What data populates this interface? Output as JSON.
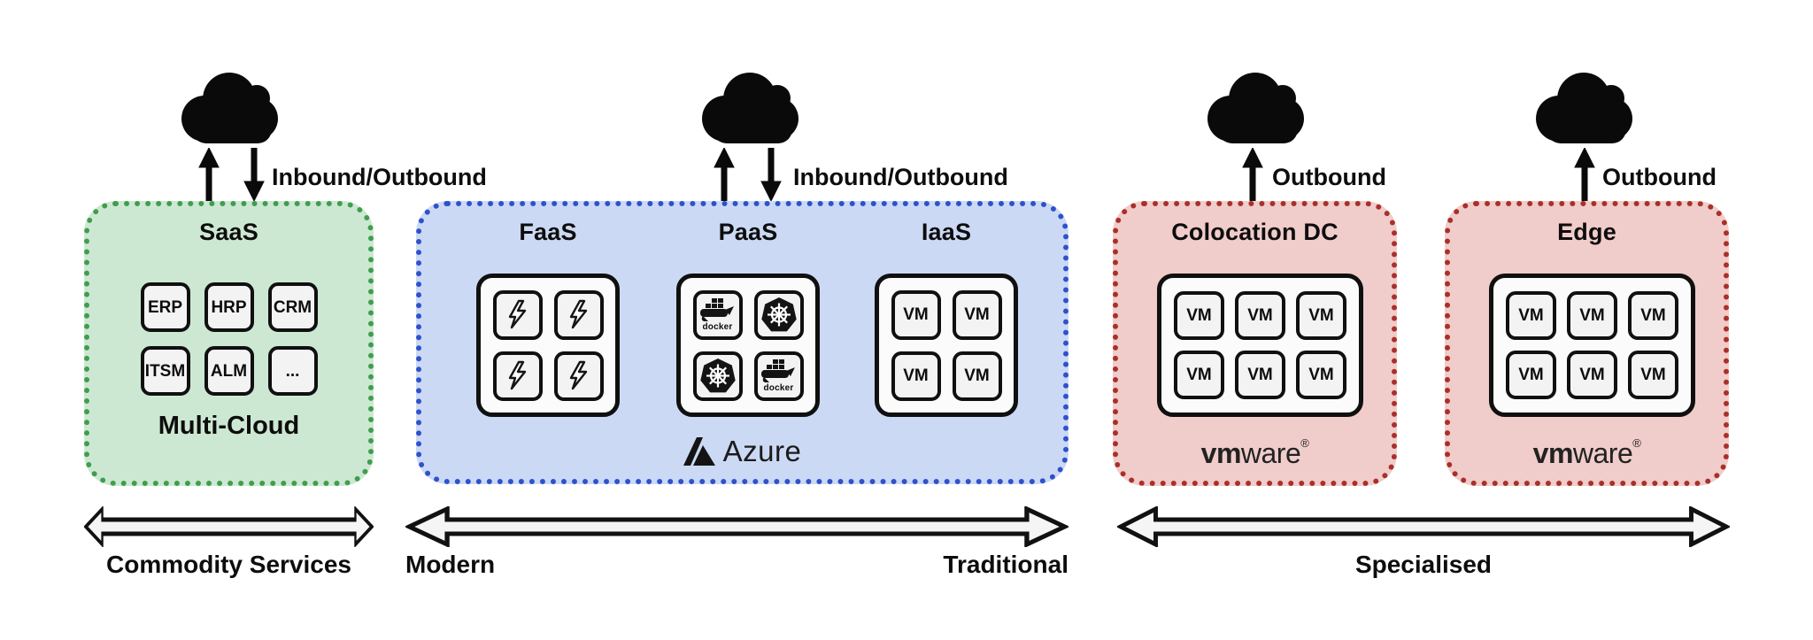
{
  "colors": {
    "saas_fill": "#cde8d2",
    "saas_border": "#3f9e4d",
    "azure_fill": "#ccd9f4",
    "azure_border": "#2e52cc",
    "onprem_fill": "#f0ccca",
    "onprem_border": "#a93029",
    "tile_fill": "#f3f3f3",
    "tile_border": "#101010",
    "text": "#0d0d0d"
  },
  "clouds": [
    {
      "label": "Inbound/Outbound",
      "direction": "both"
    },
    {
      "label": "Inbound/Outbound",
      "direction": "both"
    },
    {
      "label": "Outbound",
      "direction": "out"
    },
    {
      "label": "Outbound",
      "direction": "out"
    }
  ],
  "zones": {
    "saas": {
      "title": "SaaS",
      "chips": [
        "ERP",
        "HRP",
        "CRM",
        "ITSM",
        "ALM",
        "..."
      ],
      "footer": "Multi-Cloud"
    },
    "azure": {
      "sections": [
        {
          "title": "FaaS",
          "tile_icons": [
            "lightning",
            "lightning",
            "lightning",
            "lightning"
          ]
        },
        {
          "title": "PaaS",
          "tile_icons": [
            "docker",
            "kubernetes",
            "kubernetes",
            "docker"
          ]
        },
        {
          "title": "IaaS",
          "tiles": [
            "VM",
            "VM",
            "VM",
            "VM"
          ]
        }
      ],
      "brand": "Azure"
    },
    "colocation": {
      "title": "Colocation DC",
      "tiles": [
        "VM",
        "VM",
        "VM",
        "VM",
        "VM",
        "VM"
      ],
      "brand": {
        "bold": "vm",
        "regular": "ware",
        "mark": "®"
      }
    },
    "edge": {
      "title": "Edge",
      "tiles": [
        "VM",
        "VM",
        "VM",
        "VM",
        "VM",
        "VM"
      ],
      "brand": {
        "bold": "vm",
        "regular": "ware",
        "mark": "®"
      }
    }
  },
  "icon_labels": {
    "docker": "docker"
  },
  "axes": {
    "commodity": {
      "label": "Commodity Services"
    },
    "modern_traditional": {
      "left": "Modern",
      "right": "Traditional"
    },
    "specialised": {
      "label": "Specialised"
    }
  }
}
